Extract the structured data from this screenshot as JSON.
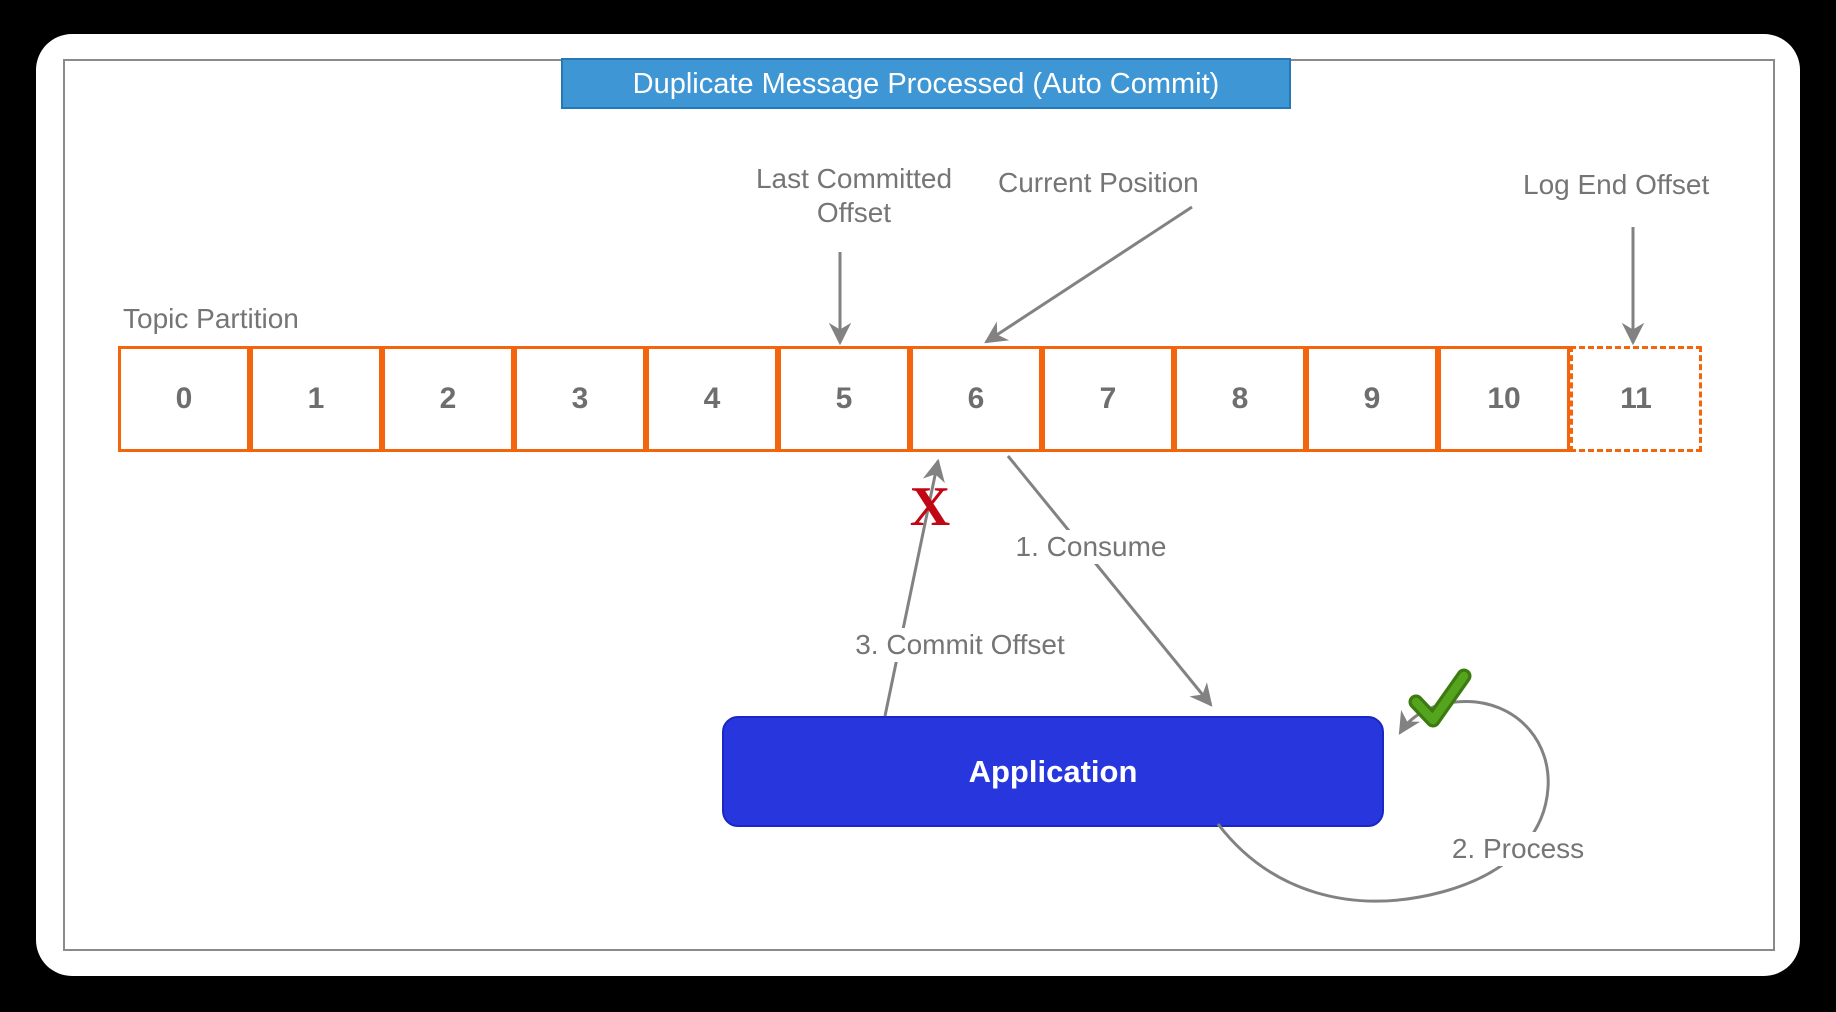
{
  "title": "Duplicate Message Processed (Auto Commit)",
  "diagram": {
    "topic_partition_label": "Topic Partition",
    "pointer_labels": {
      "last_committed_offset": "Last Committed Offset",
      "current_position": "Current Position",
      "log_end_offset": "Log End Offset"
    },
    "partition_cells": [
      "0",
      "1",
      "2",
      "3",
      "4",
      "5",
      "6",
      "7",
      "8",
      "9",
      "10",
      "11"
    ],
    "dashed_cell": "11",
    "application_label": "Application",
    "flow_steps": {
      "consume": "1. Consume",
      "process": "2. Process",
      "commit_offset": "3. Commit Offset"
    },
    "failure_marker": "X",
    "colors": {
      "title_bg": "#3E96D5",
      "title_border": "#2778B6",
      "partition_border": "#F2650D",
      "application_bg": "#2836DD",
      "arrow_gray": "#828282",
      "error_red": "#C00713",
      "success_green": "#55A41E",
      "label_gray": "#757575"
    }
  }
}
